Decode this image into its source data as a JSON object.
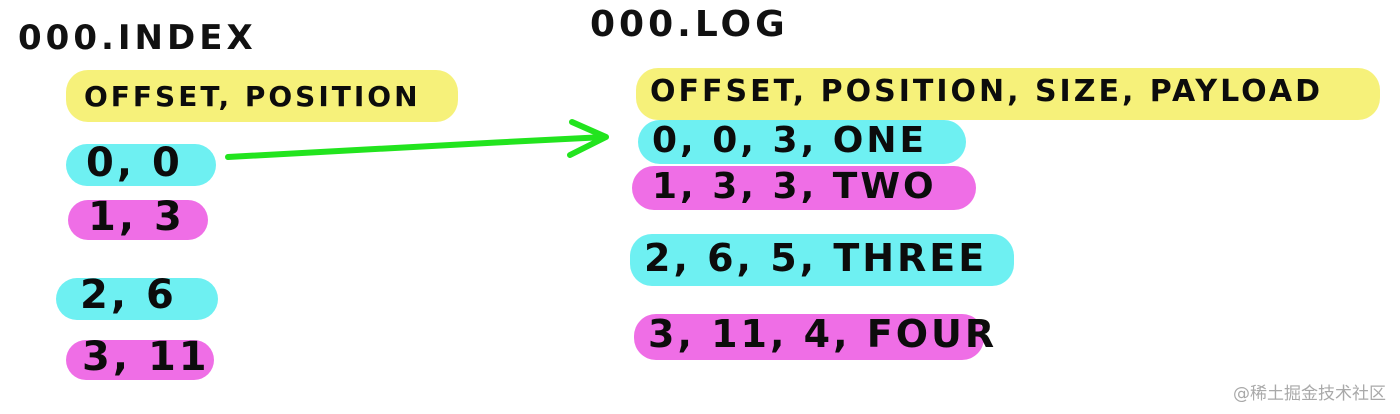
{
  "index": {
    "title": "000.INDEX",
    "header": "OFFSET, POSITION",
    "rows": [
      "0, 0",
      "1, 3",
      "2, 6",
      "3, 11"
    ]
  },
  "log": {
    "title": "000.LOG",
    "header": "OFFSET, POSITION, SIZE, PAYLOAD",
    "rows": [
      "0, 0, 3, ONE",
      "1, 3, 3, TWO",
      "2, 6, 5, THREE",
      "3, 11, 4, FOUR"
    ]
  },
  "colors": {
    "header_highlight": "#f6f17a",
    "cyan_highlight": "#6ef0f2",
    "pink_highlight": "#ef6ee6",
    "arrow": "#22e41e"
  },
  "watermark": "@稀土掘金技术社区"
}
